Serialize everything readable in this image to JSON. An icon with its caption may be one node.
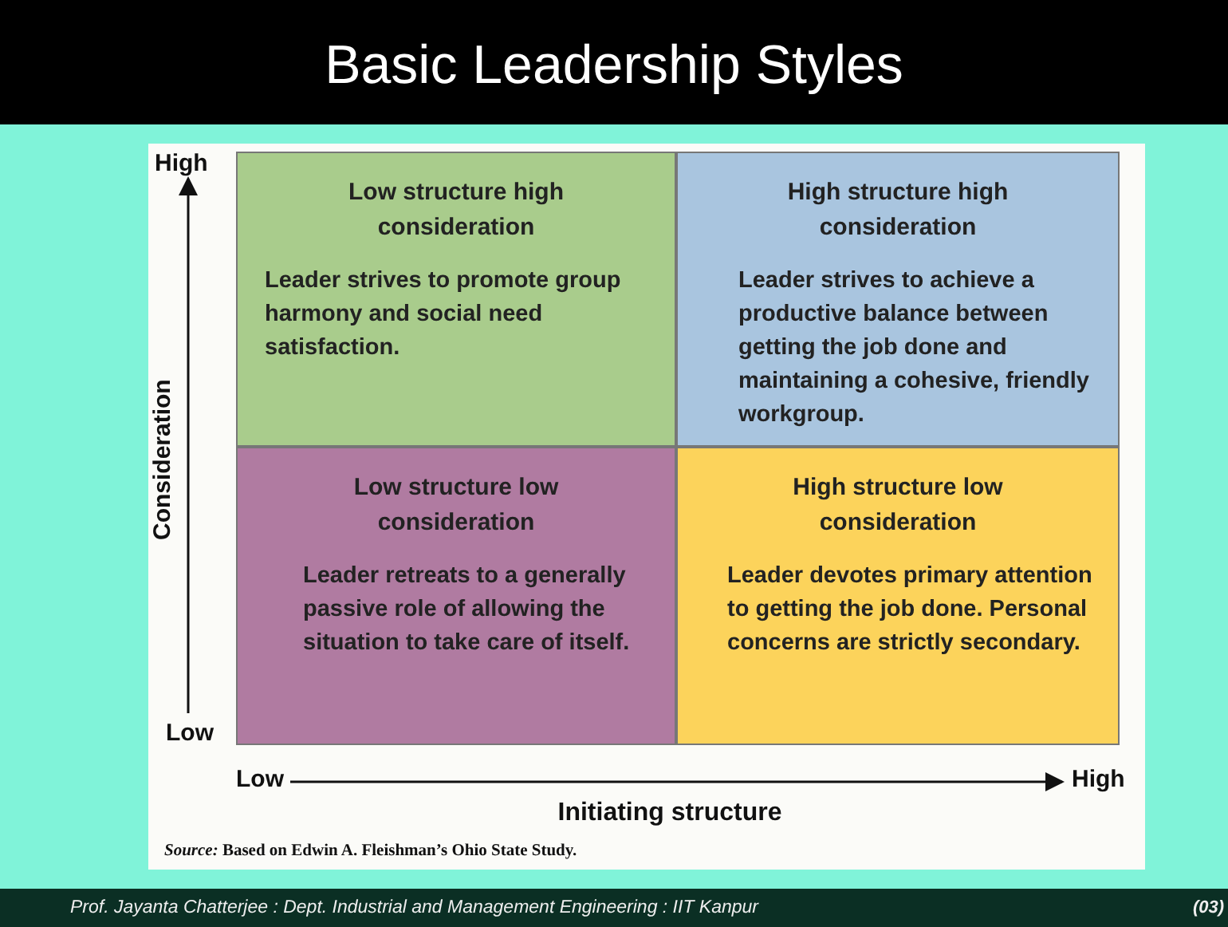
{
  "diagram": {
    "title": "Basic Leadership Styles",
    "nodes": [
      {
        "text": [
          "Low structure high consideration",
          "Leader strives to promote group harmony and social need satisfaction."
        ]
      },
      {
        "text": [
          "High structure high consideration",
          "Leader strives to achieve a productive balance between getting the job done and maintaining a cohesive, friendly workgroup."
        ]
      },
      {
        "text": [
          "Low structure low consideration",
          "Leader retreats to a generally passive role of allowing the situation to take care of itself."
        ]
      },
      {
        "text": [
          "High structure low consideration",
          "Leader devotes primary attention to getting the job done. Personal concerns are strictly secondary."
        ]
      }
    ],
    "labels": [
      "High",
      "Consideration",
      "Low",
      "Low",
      "High",
      "Initiating structure",
      "*Source:* Based on Edwin A. Fleishman’s Ohio State Study.",
      "Prof. Jayanta Chatterjee : Dept. Industrial and Management Engineering : IIT Kanpur",
      "(03)"
    ]
  }
}
